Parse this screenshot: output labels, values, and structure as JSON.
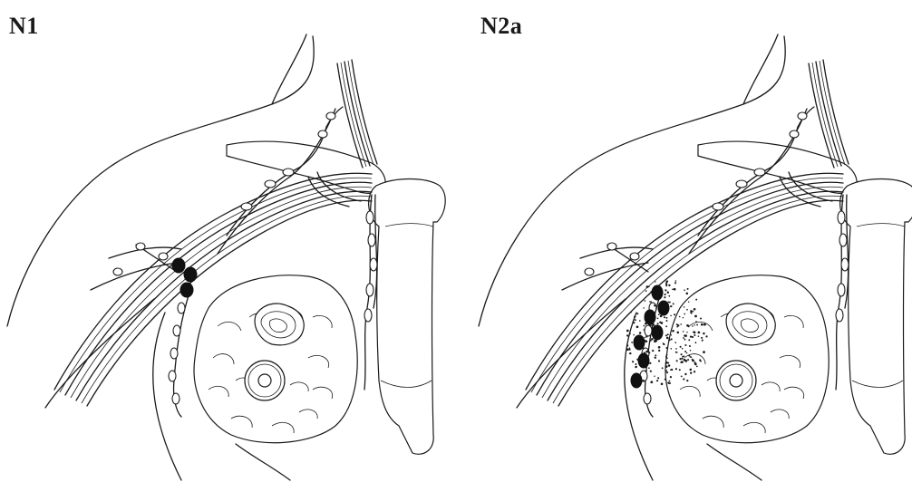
{
  "panels": [
    {
      "id": "N1",
      "label": "N1",
      "stage": "N1",
      "metastatic_nodes": 3,
      "fixed_matted": false
    },
    {
      "id": "N2a",
      "label": "N2a",
      "stage": "N2a",
      "metastatic_nodes": 7,
      "fixed_matted": true
    }
  ],
  "colors": {
    "line": "#1a1a1a",
    "metastatic_node": "#111111",
    "background": "#ffffff"
  }
}
